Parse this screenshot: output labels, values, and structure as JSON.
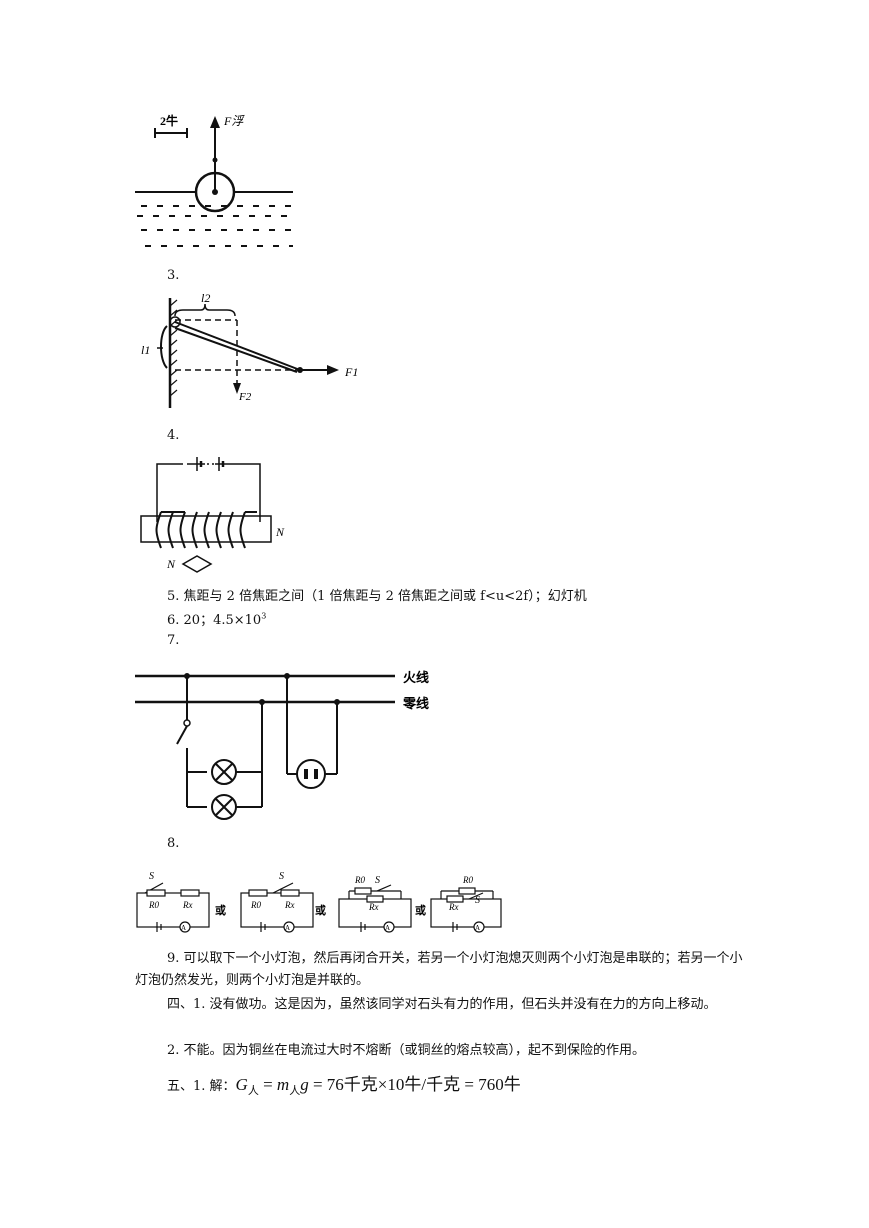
{
  "fig2": {
    "scale_label": "2牛",
    "force_label": "F浮"
  },
  "item3": {
    "num": "3.",
    "l1": "l1",
    "l2": "l2",
    "f1": "F1",
    "f2": "F2"
  },
  "item4": {
    "num": "4.",
    "pole_right": "N",
    "pole_compass": "N"
  },
  "item5": {
    "text": "5. 焦距与 2 倍焦距之间（1 倍焦距与 2 倍焦距之间或 f<u<2f）；幻灯机"
  },
  "item6": {
    "text": "6. 20；4.5×10",
    "exp": "3"
  },
  "item7": {
    "num": "7.",
    "live": "火线",
    "neutral": "零线"
  },
  "item8": {
    "num": "8.",
    "or": "或",
    "s": "S",
    "r0": "R0",
    "rx": "Rx",
    "a": "A"
  },
  "item9": {
    "text": "9. 可以取下一个小灯泡，然后再闭合开关，若另一个小灯泡熄灭则两个小灯泡是串联的；若另一个小灯泡仍然发光，则两个小灯泡是并联的。"
  },
  "sec4_1": {
    "text": "四、1. 没有做功。这是因为，虽然该同学对石头有力的作用，但石头并没有在力的方向上移动。"
  },
  "sec4_2": {
    "text": "2. 不能。因为铜丝在电流过大时不熔断（或铜丝的熔点较高），起不到保险的作用。"
  },
  "sec5_1": {
    "prefix": "五、1. 解：",
    "g": "G",
    "sub_person": "人",
    "eq1": " = ",
    "m": "m",
    "gvar": "g",
    "eq2": " = 76千克×10牛/千克 = 760牛"
  }
}
